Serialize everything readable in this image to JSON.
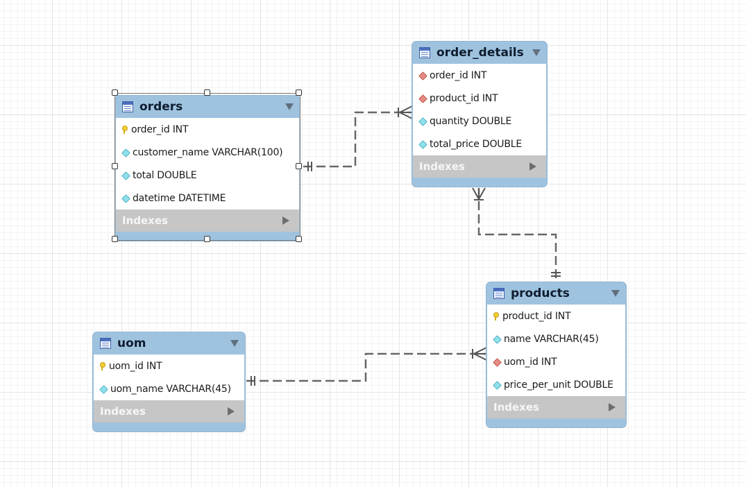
{
  "diagram": {
    "tables": [
      {
        "name": "orders",
        "columns": [
          {
            "icon": "primary-key-icon",
            "text": "order_id INT"
          },
          {
            "icon": "column-diamond-icon",
            "text": "customer_name VARCHAR(100)"
          },
          {
            "icon": "column-diamond-icon",
            "text": "total DOUBLE"
          },
          {
            "icon": "column-diamond-icon",
            "text": "datetime DATETIME"
          }
        ],
        "indexes_label": "Indexes",
        "selected": true
      },
      {
        "name": "order_details",
        "columns": [
          {
            "icon": "foreign-key-diamond-icon",
            "text": "order_id INT"
          },
          {
            "icon": "foreign-key-diamond-icon",
            "text": "product_id INT"
          },
          {
            "icon": "column-diamond-icon",
            "text": "quantity DOUBLE"
          },
          {
            "icon": "column-diamond-icon",
            "text": "total_price DOUBLE"
          }
        ],
        "indexes_label": "Indexes",
        "selected": false
      },
      {
        "name": "products",
        "columns": [
          {
            "icon": "primary-key-icon",
            "text": "product_id INT"
          },
          {
            "icon": "column-diamond-icon",
            "text": "name VARCHAR(45)"
          },
          {
            "icon": "foreign-key-diamond-icon",
            "text": "uom_id INT"
          },
          {
            "icon": "column-diamond-icon",
            "text": "price_per_unit DOUBLE"
          }
        ],
        "indexes_label": "Indexes",
        "selected": false
      },
      {
        "name": "uom",
        "columns": [
          {
            "icon": "primary-key-icon",
            "text": "uom_id INT"
          },
          {
            "icon": "column-diamond-icon",
            "text": "uom_name VARCHAR(45)"
          }
        ],
        "indexes_label": "Indexes",
        "selected": false
      }
    ],
    "relationships": [
      {
        "from": "orders",
        "to": "order_details",
        "from_end": "one",
        "to_end": "many"
      },
      {
        "from": "products",
        "to": "order_details",
        "from_end": "one",
        "to_end": "many"
      },
      {
        "from": "uom",
        "to": "products",
        "from_end": "one",
        "to_end": "many"
      }
    ],
    "colors": {
      "header": "#9fc3df",
      "indexes_bar": "#c6c6c6",
      "primary_key": "#f2cf33",
      "foreign_key": "#e48c82",
      "column": "#8fe0ea",
      "connector": "#666666"
    }
  }
}
